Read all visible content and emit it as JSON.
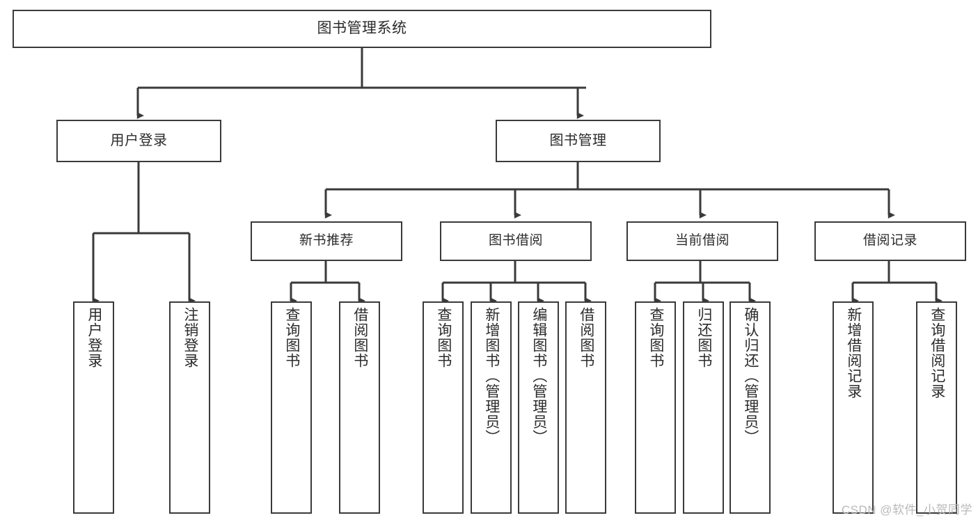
{
  "diagram": {
    "title_text": "图书管理系统",
    "watermark": "CSDN @软件_小贺同学",
    "stroke_color": "#3a3a3a",
    "text_color": "#2b2b2b",
    "background": "#ffffff",
    "root": {
      "label": "图书管理系统"
    },
    "level1": [
      {
        "label": "用户登录"
      },
      {
        "label": "图书管理"
      }
    ],
    "level2": [
      {
        "label": "新书推荐"
      },
      {
        "label": "图书借阅"
      },
      {
        "label": "当前借阅"
      },
      {
        "label": "借阅记录"
      }
    ],
    "leaves": [
      {
        "label": "用户登录"
      },
      {
        "label": "注销登录"
      },
      {
        "label": "查询图书"
      },
      {
        "label": "借阅图书"
      },
      {
        "label": "查询图书"
      },
      {
        "label": "新增图书（管理员）"
      },
      {
        "label": "编辑图书（管理员）"
      },
      {
        "label": "借阅图书"
      },
      {
        "label": "查询图书"
      },
      {
        "label": "归还图书"
      },
      {
        "label": "确认归还（管理员）"
      },
      {
        "label": "新增借阅记录"
      },
      {
        "label": "查询借阅记录"
      }
    ]
  }
}
